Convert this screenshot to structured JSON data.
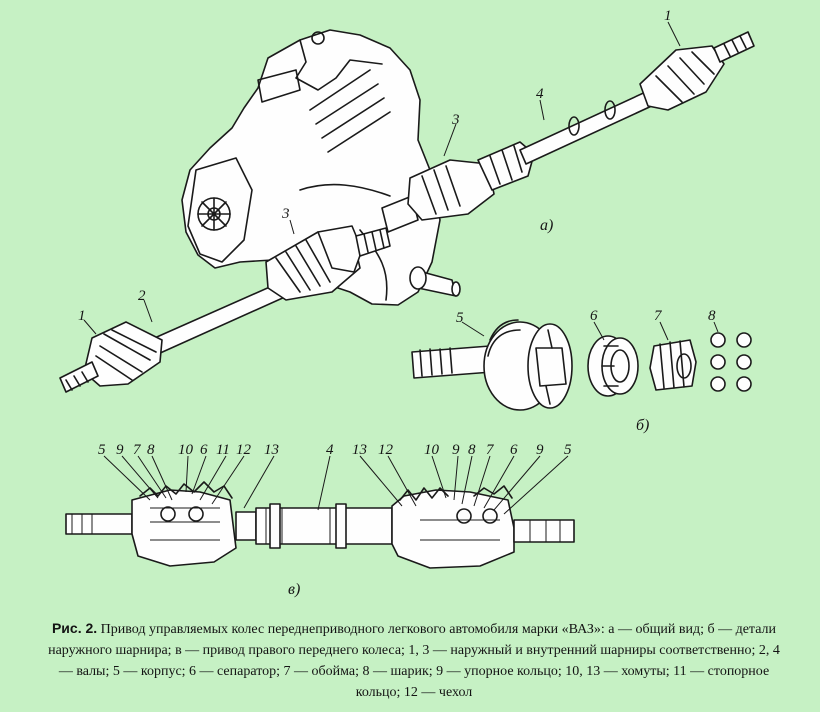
{
  "labels": {
    "top": [
      {
        "name": "top-label-1-right",
        "text": "1"
      },
      {
        "name": "top-label-4",
        "text": "4"
      },
      {
        "name": "top-label-3-right",
        "text": "3"
      },
      {
        "name": "top-label-3-left",
        "text": "3"
      },
      {
        "name": "top-label-2",
        "text": "2"
      },
      {
        "name": "top-label-1-left",
        "text": "1"
      }
    ],
    "parts": [
      {
        "name": "parts-label-5",
        "text": "5"
      },
      {
        "name": "parts-label-6",
        "text": "6"
      },
      {
        "name": "parts-label-7",
        "text": "7"
      },
      {
        "name": "parts-label-8",
        "text": "8"
      }
    ],
    "section_left": [
      "5",
      "9",
      "7",
      "8",
      "10",
      "6",
      "11",
      "12",
      "13"
    ],
    "section_mid": [
      "4",
      "13",
      "12"
    ],
    "section_right": [
      "10",
      "9",
      "8",
      "7",
      "6",
      "9",
      "5"
    ]
  },
  "subfigure_labels": {
    "a": "а)",
    "b": "б)",
    "v": "в)"
  },
  "caption": {
    "prefix": "Рис. 2.",
    "text": "Привод управляемых колес переднеприводного легкового автомобиля марки «ВАЗ»: а — общий вид; б — детали наружного шарнира; в — привод правого переднего колеса; 1, 3 — наружный и внутренний шарниры соответственно; 2, 4 — валы; 5 — корпус; 6 — сепаратор; 7 — обойма; 8 — шарик; 9 — упорное кольцо; 10, 13 — хомуты; 11 — стопорное кольцо; 12 — чехол"
  }
}
